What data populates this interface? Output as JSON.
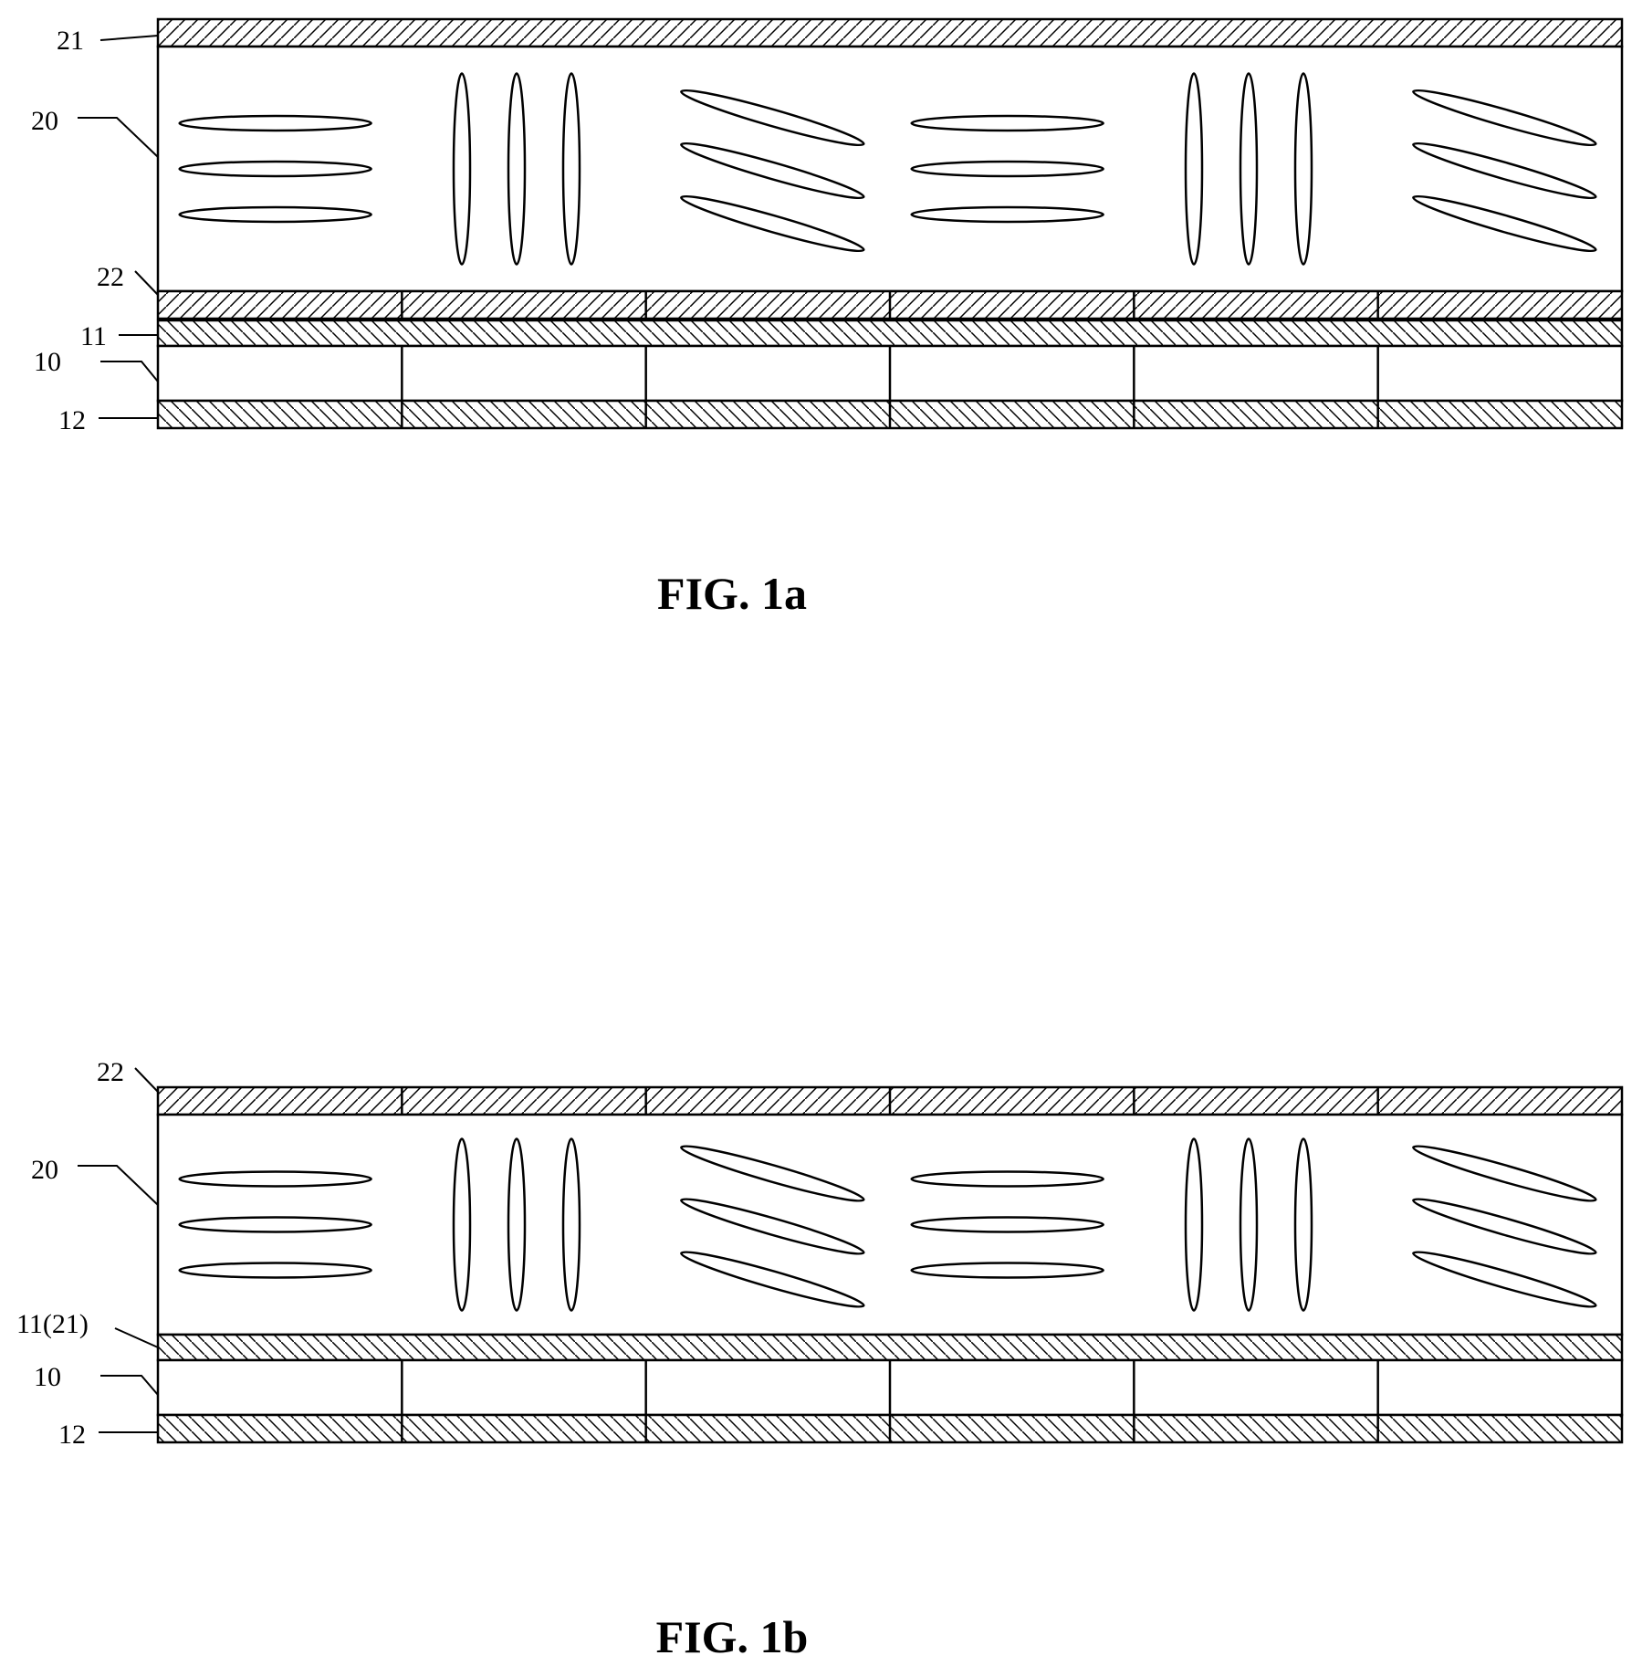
{
  "figures": [
    {
      "caption": "FIG. 1a",
      "labels": {
        "polarizer_top": "21",
        "lc_layer": "20",
        "segmented_polarizer": "22",
        "electrode_top": "11",
        "substrate": "10",
        "electrode_bottom": "12"
      }
    },
    {
      "caption": "FIG. 1b",
      "labels": {
        "segmented_polarizer": "22",
        "lc_layer": "20",
        "shared_layer": "11(21)",
        "substrate": "10",
        "electrode_bottom": "12"
      }
    }
  ],
  "molecule_orientations": [
    "horizontal",
    "vertical",
    "tilted",
    "horizontal",
    "vertical",
    "tilted"
  ],
  "segment_count": 6,
  "colors": {
    "line": "#000000",
    "background": "#ffffff"
  }
}
